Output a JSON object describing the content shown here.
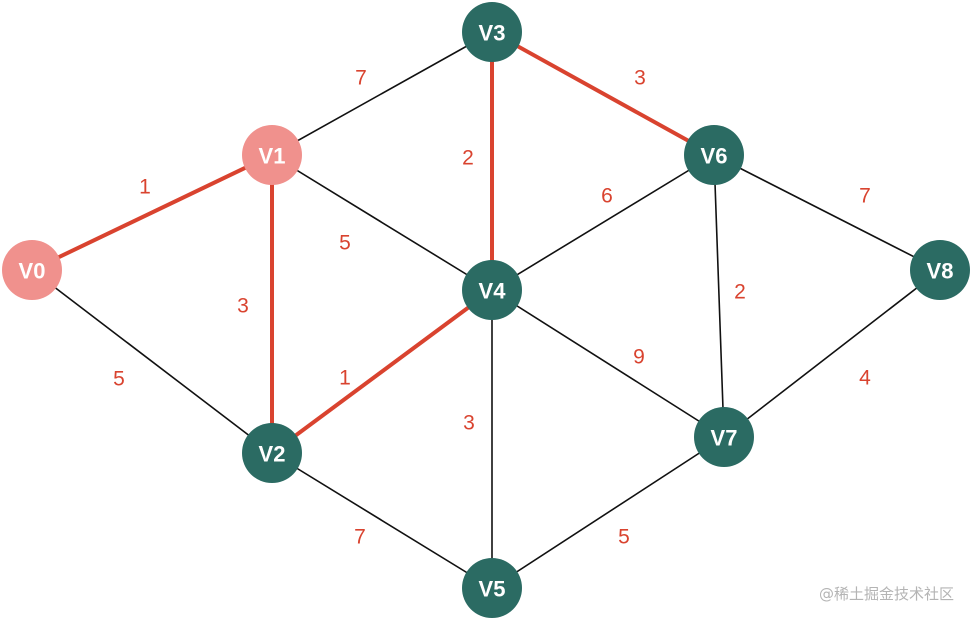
{
  "colors": {
    "node_default": "#2b6b63",
    "node_highlight": "#f0918d",
    "edge_default": "#111111",
    "edge_highlight": "#d9432f",
    "weight_text": "#d9432f"
  },
  "nodes": [
    {
      "id": "V0",
      "label": "V0",
      "highlight": true
    },
    {
      "id": "V1",
      "label": "V1",
      "highlight": true
    },
    {
      "id": "V2",
      "label": "V2",
      "highlight": false
    },
    {
      "id": "V3",
      "label": "V3",
      "highlight": false
    },
    {
      "id": "V4",
      "label": "V4",
      "highlight": false
    },
    {
      "id": "V5",
      "label": "V5",
      "highlight": false
    },
    {
      "id": "V6",
      "label": "V6",
      "highlight": false
    },
    {
      "id": "V7",
      "label": "V7",
      "highlight": false
    },
    {
      "id": "V8",
      "label": "V8",
      "highlight": false
    }
  ],
  "edges": [
    {
      "from": "V0",
      "to": "V1",
      "weight": "1",
      "highlight": true
    },
    {
      "from": "V0",
      "to": "V2",
      "weight": "5",
      "highlight": false
    },
    {
      "from": "V1",
      "to": "V2",
      "weight": "3",
      "highlight": true
    },
    {
      "from": "V1",
      "to": "V3",
      "weight": "7",
      "highlight": false
    },
    {
      "from": "V1",
      "to": "V4",
      "weight": "5",
      "highlight": false
    },
    {
      "from": "V2",
      "to": "V4",
      "weight": "1",
      "highlight": true
    },
    {
      "from": "V2",
      "to": "V5",
      "weight": "7",
      "highlight": false
    },
    {
      "from": "V3",
      "to": "V4",
      "weight": "2",
      "highlight": true
    },
    {
      "from": "V3",
      "to": "V6",
      "weight": "3",
      "highlight": true
    },
    {
      "from": "V4",
      "to": "V5",
      "weight": "3",
      "highlight": false
    },
    {
      "from": "V4",
      "to": "V6",
      "weight": "6",
      "highlight": false
    },
    {
      "from": "V4",
      "to": "V7",
      "weight": "9",
      "highlight": false
    },
    {
      "from": "V5",
      "to": "V7",
      "weight": "5",
      "highlight": false
    },
    {
      "from": "V6",
      "to": "V7",
      "weight": "2",
      "highlight": false
    },
    {
      "from": "V6",
      "to": "V8",
      "weight": "7",
      "highlight": false
    },
    {
      "from": "V7",
      "to": "V8",
      "weight": "4",
      "highlight": false
    }
  ],
  "watermark": "@稀土掘金技术社区"
}
